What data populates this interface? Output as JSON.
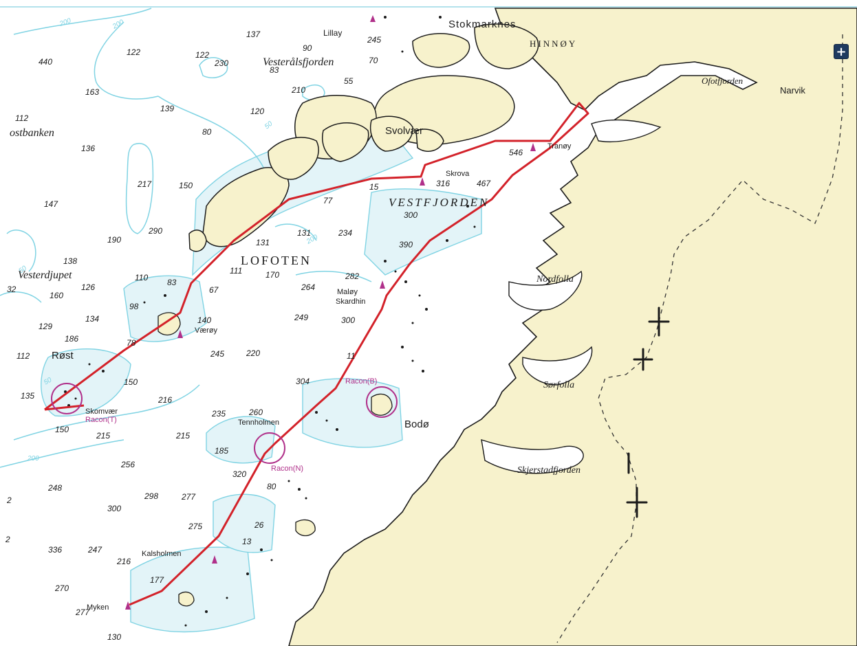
{
  "colors": {
    "land": "#f7f2cc",
    "water": "#ffffff",
    "shallow": "#e3f4f8",
    "contour": "#7fd3e3",
    "coast": "#1a1a1a",
    "route": "#d3222a",
    "racon": "#b0308a",
    "border": "#333333",
    "zoom_button": "#1e3a5f"
  },
  "icons": {
    "zoom_in": "plus-icon",
    "racon": "circle-icon",
    "lighthouse": "light-marker-icon"
  },
  "map": {
    "regions": [
      {
        "id": "region-hinnoy",
        "text": "HINNØY"
      },
      {
        "id": "region-lofoten",
        "text": "LOFOTEN"
      },
      {
        "id": "region-vestfjorden",
        "text": "VESTFJORDEN"
      }
    ],
    "water_names": [
      {
        "id": "water-vesteralsfjorden",
        "text": "Vesterålsfjorden"
      },
      {
        "id": "water-ostbanken",
        "text": "ostbanken"
      },
      {
        "id": "water-vesterdjupet",
        "text": "Vesterdjupet"
      },
      {
        "id": "water-ofotfjorden",
        "text": "Ofotfjorden"
      },
      {
        "id": "water-nordfolla",
        "text": "Nordfolla"
      },
      {
        "id": "water-sorfolla",
        "text": "Sørfolla"
      },
      {
        "id": "water-skjerstadfjorden",
        "text": "Skjerstadfjorden"
      }
    ],
    "places": [
      {
        "id": "place-stokmarknes",
        "text": "Stokmarknes"
      },
      {
        "id": "place-lillay",
        "text": "Lillay"
      },
      {
        "id": "place-narvik",
        "text": "Narvik"
      },
      {
        "id": "place-svolvaer",
        "text": "Svolvær"
      },
      {
        "id": "place-skrova",
        "text": "Skrova"
      },
      {
        "id": "place-tranoy",
        "text": "Tranøy"
      },
      {
        "id": "place-maloy",
        "text": "Maløy"
      },
      {
        "id": "place-skardhin",
        "text": "Skardhin"
      },
      {
        "id": "place-vaeroy",
        "text": "Værøy"
      },
      {
        "id": "place-rost",
        "text": "Røst"
      },
      {
        "id": "place-skomvaer",
        "text": "Skomvær"
      },
      {
        "id": "place-tennholmen",
        "text": "Tennholmen"
      },
      {
        "id": "place-bodo",
        "text": "Bodø"
      },
      {
        "id": "place-kalsholmen",
        "text": "Kalsholmen"
      },
      {
        "id": "place-myken",
        "text": "Myken"
      }
    ],
    "racons": [
      {
        "id": "racon-t",
        "text": "Racon(T)"
      },
      {
        "id": "racon-b",
        "text": "Racon(B)"
      },
      {
        "id": "racon-n",
        "text": "Racon(N)"
      }
    ],
    "depths": [
      "137",
      "90",
      "245",
      "70",
      "440",
      "122",
      "122",
      "230",
      "83",
      "55",
      "163",
      "210",
      "112",
      "139",
      "120",
      "80",
      "136",
      "546",
      "217",
      "150",
      "316",
      "467",
      "15",
      "77",
      "147",
      "300",
      "290",
      "190",
      "131",
      "131",
      "234",
      "138",
      "111",
      "170",
      "390",
      "126",
      "110",
      "83",
      "67",
      "264",
      "282",
      "32",
      "160",
      "98",
      "249",
      "300",
      "134",
      "140",
      "129",
      "186",
      "78",
      "245",
      "220",
      "11",
      "112",
      "150",
      "304",
      "135",
      "216",
      "235",
      "260",
      "150",
      "215",
      "215",
      "185",
      "256",
      "320",
      "248",
      "298",
      "277",
      "80",
      "2",
      "300",
      "275",
      "26",
      "2",
      "336",
      "247",
      "216",
      "13",
      "270",
      "177",
      "277",
      "130"
    ],
    "contour_labels": [
      "200",
      "200",
      "50",
      "50",
      "200",
      "50",
      "200"
    ]
  },
  "controls": {
    "zoom_in_label": "+"
  }
}
